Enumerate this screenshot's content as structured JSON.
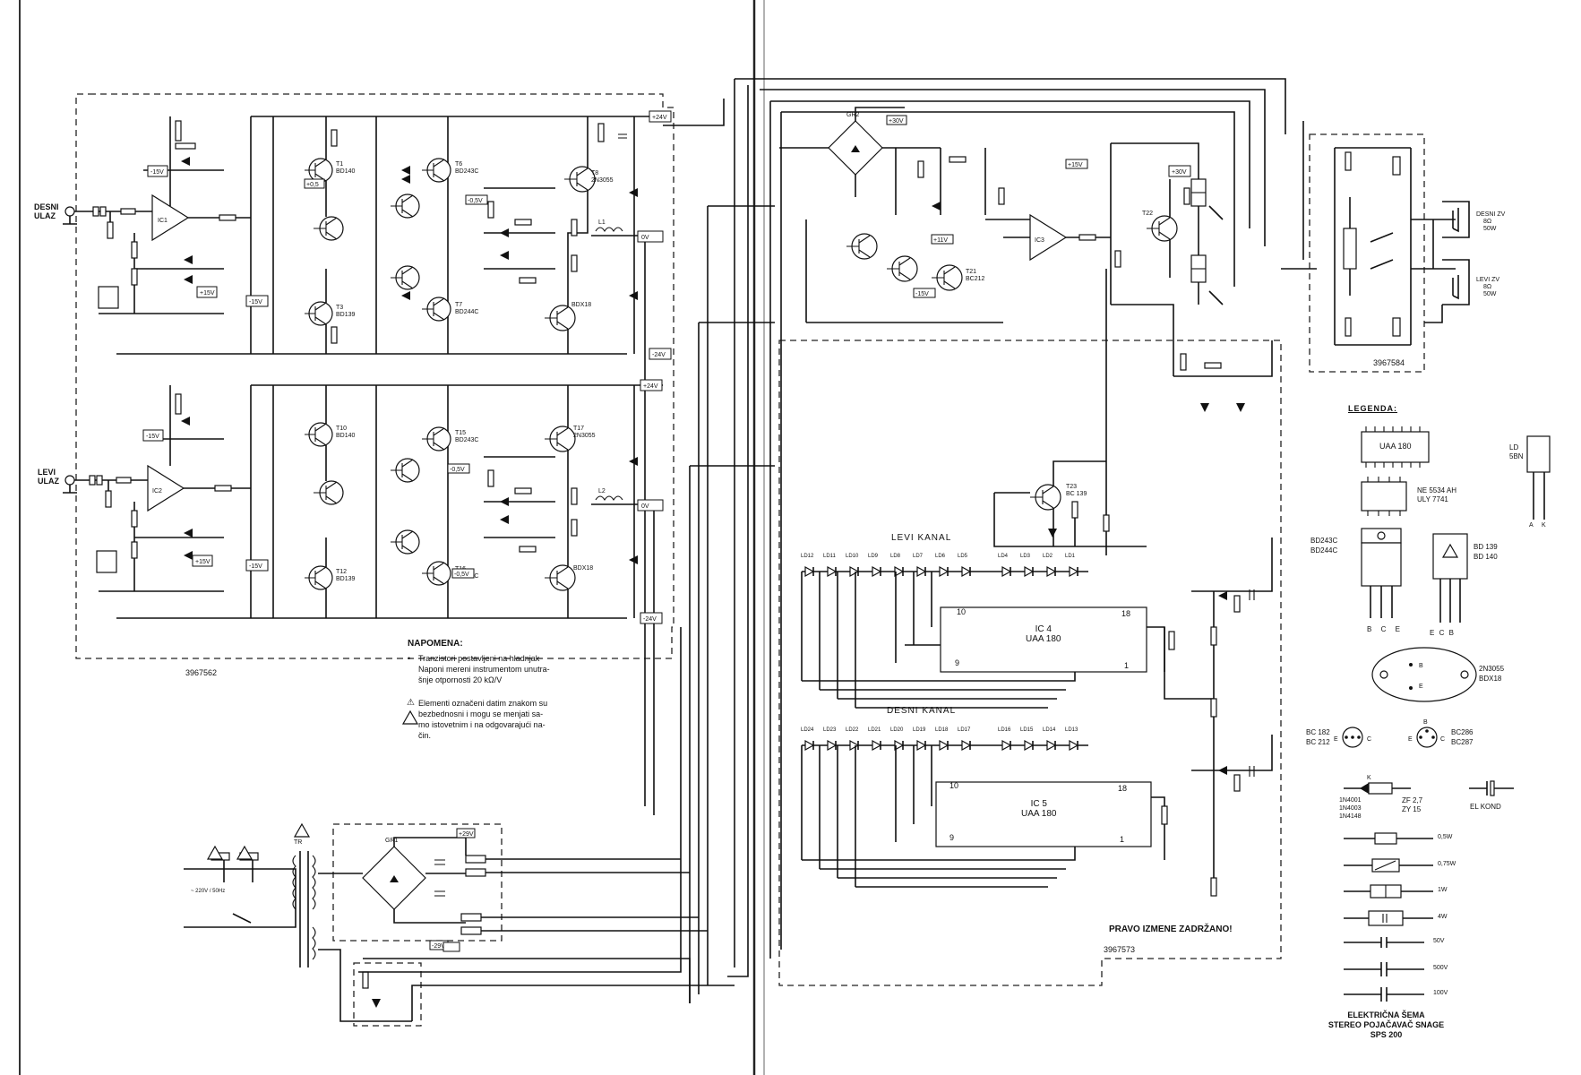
{
  "inputs": {
    "right_input": [
      "DESNI",
      "ULAZ"
    ],
    "left_input": [
      "LEVI",
      "ULAZ"
    ]
  },
  "board_ids": {
    "amplifier_board": "3967562",
    "protection_board": "3967584",
    "indicator_board": "3967573"
  },
  "channels": {
    "left": "LEVI KANAL",
    "right": "DESNI KANAL"
  },
  "ics": [
    {
      "ref": "IC 4",
      "type": "UAA 180",
      "pins": [
        "10",
        "18",
        "9",
        "1"
      ]
    },
    {
      "ref": "IC 5",
      "type": "UAA 180",
      "pins": [
        "10",
        "18",
        "9",
        "1"
      ]
    }
  ],
  "leds_left": [
    "LD12",
    "LD11",
    "LD10",
    "LD9",
    "LD8",
    "LD7",
    "LD6",
    "LD5",
    "LD4",
    "LD3",
    "LD2",
    "LD1"
  ],
  "leds_right": [
    "LD24",
    "LD23",
    "LD22",
    "LD21",
    "LD20",
    "LD19",
    "LD18",
    "LD17",
    "LD16",
    "LD15",
    "LD14",
    "LD13"
  ],
  "note": {
    "heading": "NAPOMENA:",
    "lines": [
      "Tranzistori postavljeni na hladnjak",
      "Naponi mereni instrumentom unutra-",
      "šnje otpornosti 20 kΩ/V"
    ],
    "warning_lines": [
      "Elementi označeni datim znakom su",
      "bezbednosni i mogu se menjati sa-",
      "mo istovetnim i na odgovarajući na-",
      "čin."
    ]
  },
  "speakers": [
    {
      "name": "DESNI ZV",
      "spec": [
        "8Ω",
        "50W"
      ]
    },
    {
      "name": "LEVI ZV",
      "spec": [
        "8Ω",
        "50W"
      ]
    }
  ],
  "mains_label": "~ 220V / 50Hz",
  "rights_reserved": "PRAVO IZMENE ZADRŽANO!",
  "legend": {
    "heading": "LEGENDA:",
    "ic_types": [
      "UAA 180",
      "NE 5534 AH",
      "ULY 7741"
    ],
    "ld_label": [
      "LD",
      "5BN"
    ],
    "power_transistors_a": [
      "BD243C",
      "BD244C"
    ],
    "power_transistors_a_pins": [
      "B",
      "C",
      "E"
    ],
    "power_transistors_b": [
      "BD 139",
      "BD 140"
    ],
    "power_transistors_b_pins": [
      "E",
      "C",
      "B"
    ],
    "to3_types": [
      "2N3055",
      "BDX18"
    ],
    "small_transistors_a": [
      "BC 182",
      "BC 212"
    ],
    "small_transistors_b": [
      "BC286",
      "BC287"
    ],
    "diodes": [
      "1N4001",
      "1N4003",
      "1N4148"
    ],
    "zeners": [
      "ZF 2,7",
      "ZY 15"
    ],
    "el_cap": "EL KOND",
    "resistor_power": [
      "0,5W",
      "0,75W",
      "1W",
      "4W"
    ],
    "cap_voltage": [
      "50V",
      "500V",
      "100V"
    ]
  },
  "title_block": [
    "ELEKTRIČNA ŠEMA",
    "STEREO POJAČAVAČ SNAGE",
    "SPS 200"
  ]
}
